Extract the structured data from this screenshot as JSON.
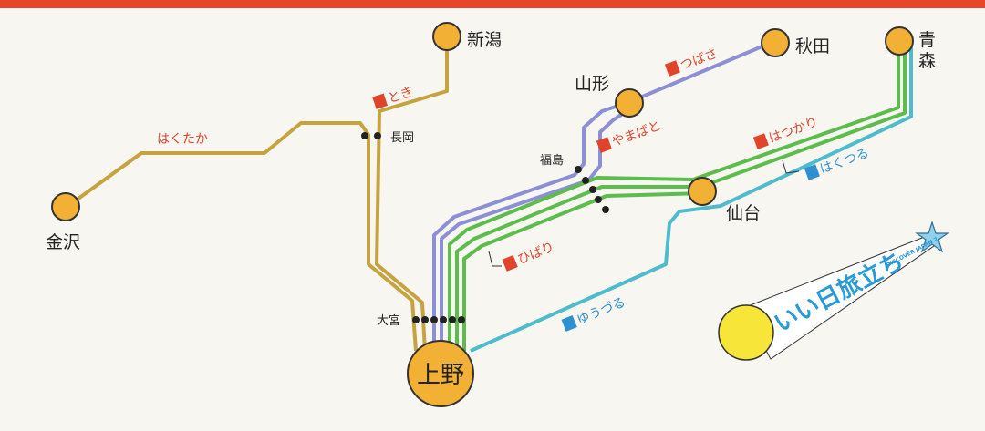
{
  "colors": {
    "top_band": "#e8452a",
    "hakutaka_toki_line": "#c6a33e",
    "tsubasa_yamabato_line": "#8c8fd4",
    "tohoku_main_line": "#5cbd4c",
    "joban_line": "#4dbccd",
    "station": "#f2b134",
    "limited_express_badge": "#e0452c",
    "sleeper_badge": "#2f8fd0"
  },
  "stations": {
    "niigata": "新潟",
    "kanazawa": "金沢",
    "nagaoka": "長岡",
    "omiya": "大宮",
    "ueno": "上野",
    "fukushima": "福島",
    "yamagata": "山形",
    "akita": "秋田",
    "sendai": "仙台",
    "aomori_1": "青",
    "aomori_2": "森"
  },
  "trains": {
    "hakutaka": {
      "name": "はくたか"
    },
    "toki": {
      "name": "とき",
      "badge": "L",
      "badge_icon": "limited-express-icon"
    },
    "tsubasa": {
      "name": "つばさ",
      "badge": "L",
      "badge_icon": "limited-express-icon"
    },
    "yamabato": {
      "name": "やまばと",
      "badge": "L",
      "badge_icon": "limited-express-icon"
    },
    "hatsukari": {
      "name": "はつかり",
      "badge": "L",
      "badge_icon": "limited-express-icon"
    },
    "hakutsuru": {
      "name": "はくつる",
      "badge": "b",
      "badge_icon": "sleeper-icon"
    },
    "hibari": {
      "name": "ひばり",
      "badge": "L",
      "badge_icon": "limited-express-icon"
    },
    "yuzuru": {
      "name": "ゆうづる",
      "badge": "b",
      "badge_icon": "sleeper-icon"
    }
  },
  "logo": {
    "slogan": "いい日旅立ち",
    "subtitle": "DISCOVER JAPAN 2"
  }
}
